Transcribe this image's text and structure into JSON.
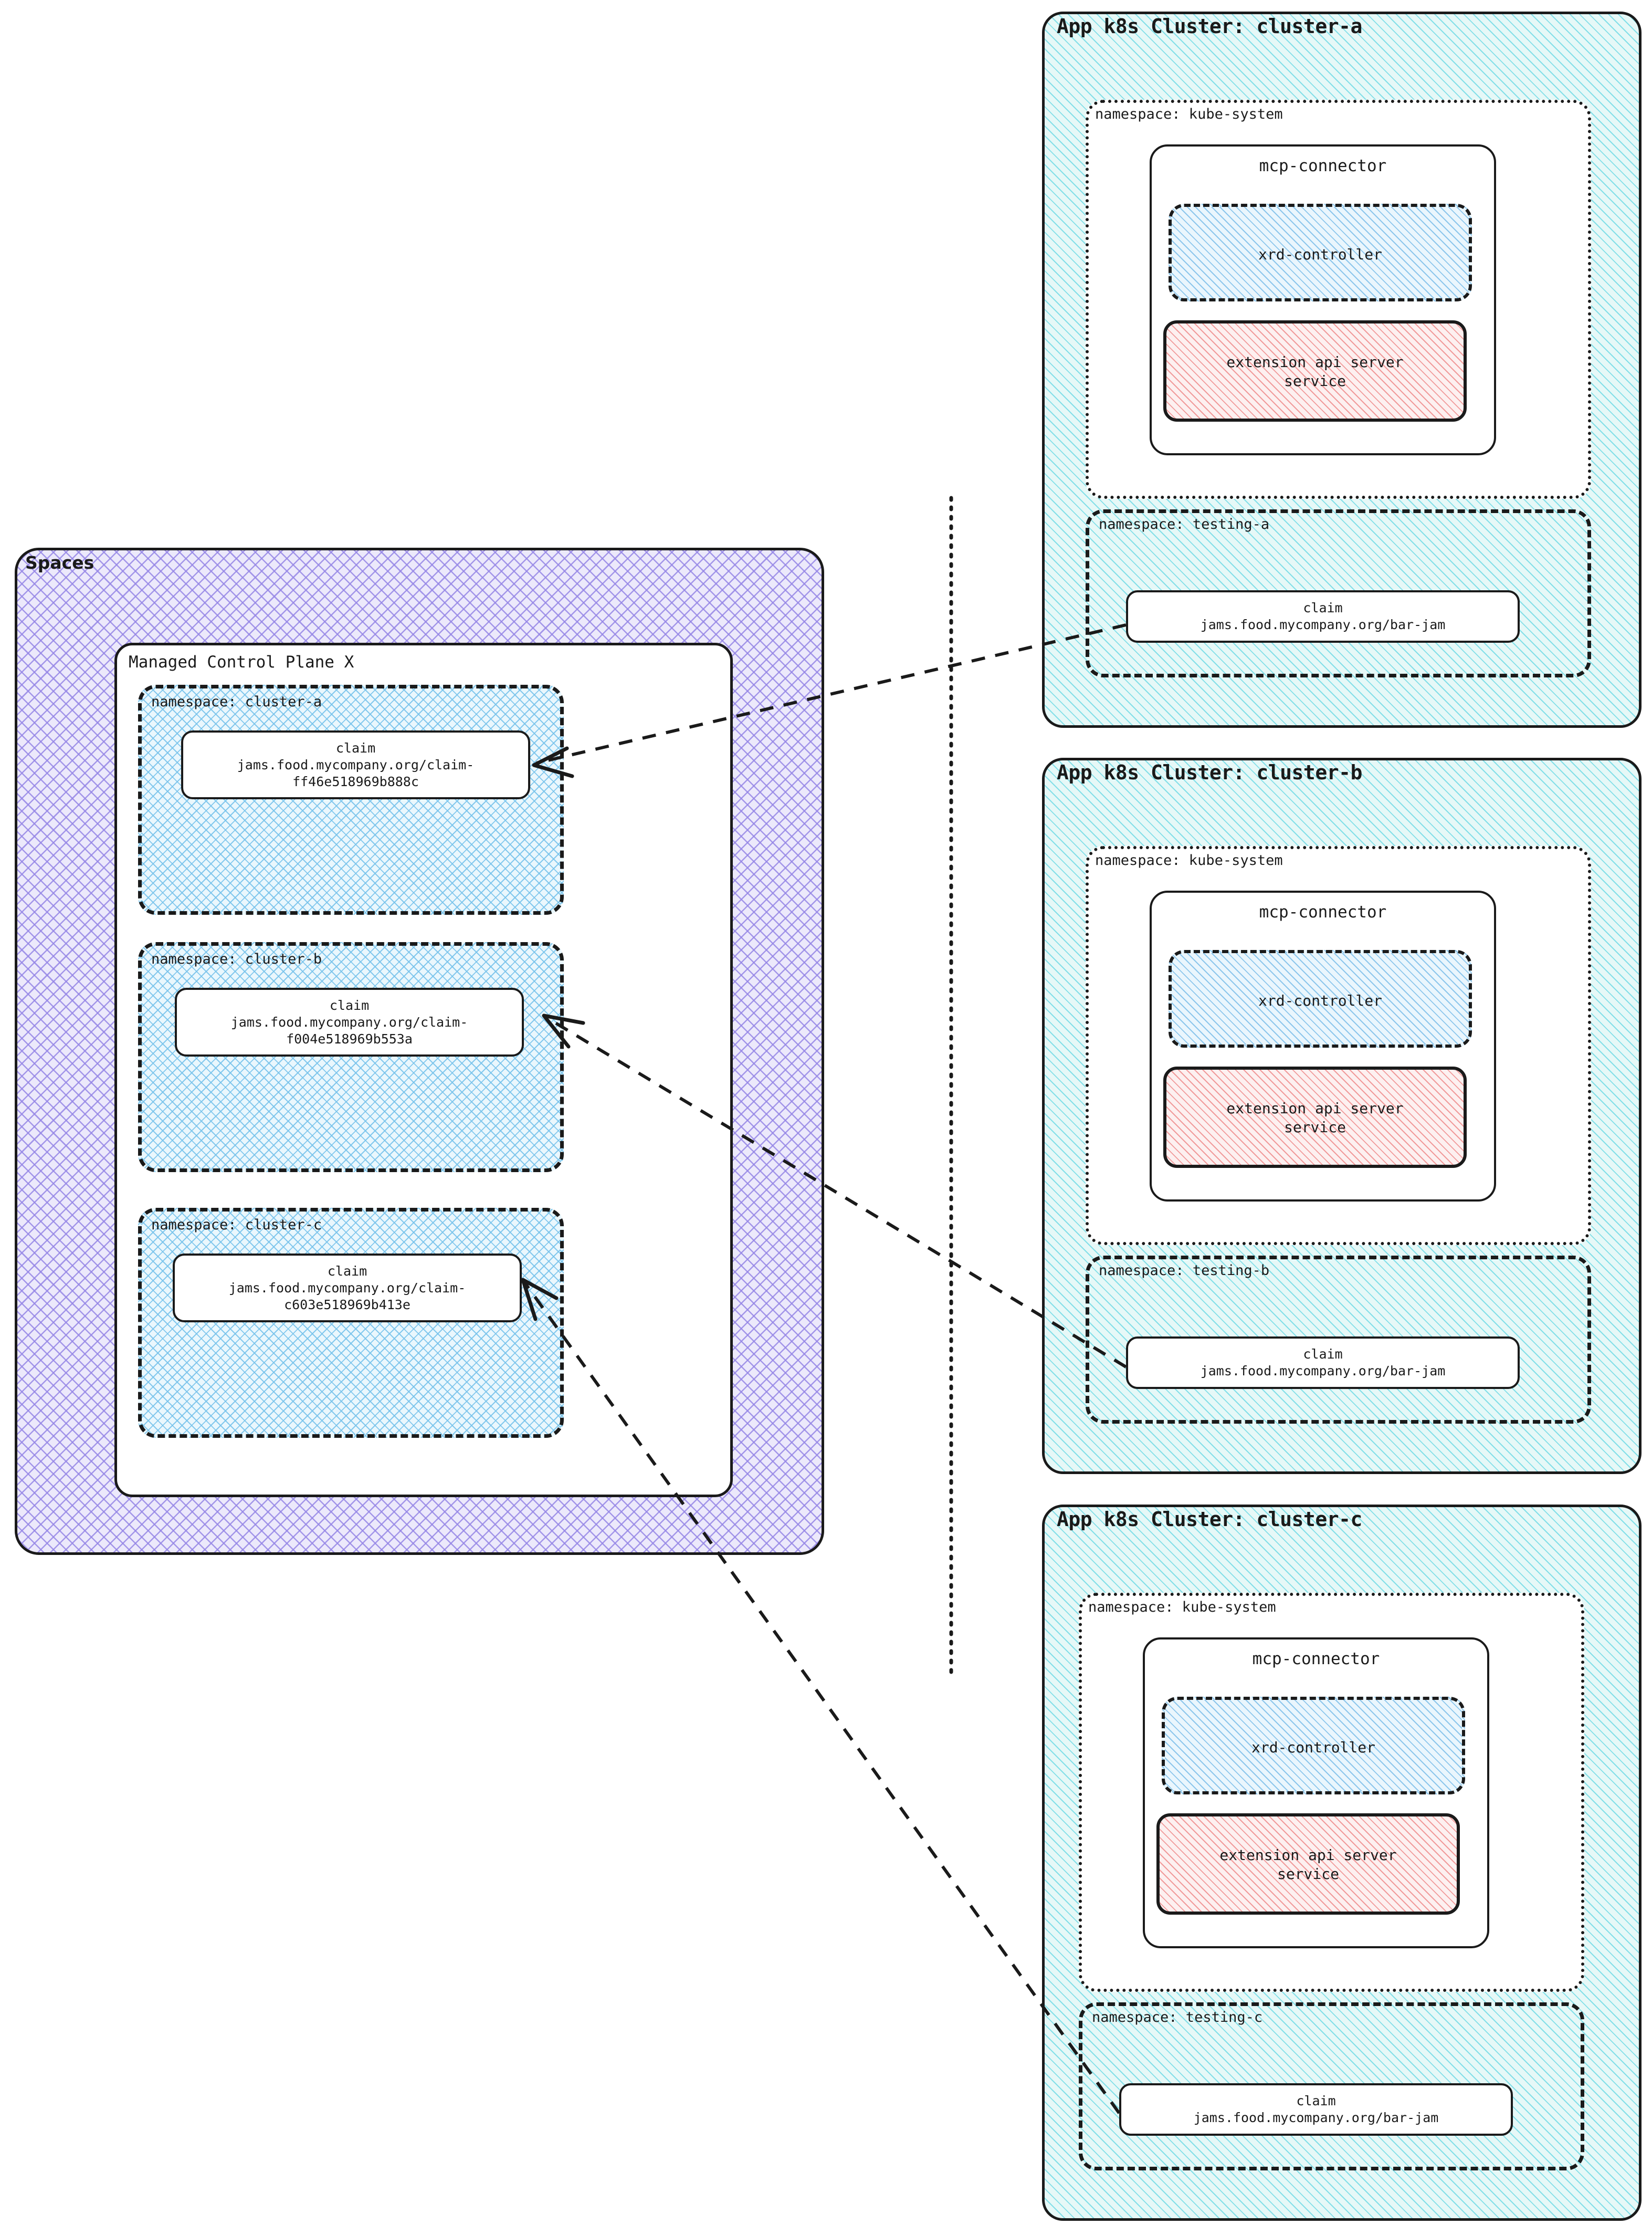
{
  "spaces": {
    "label": "Spaces",
    "control_plane": {
      "label": "Managed Control Plane X",
      "namespaces": [
        {
          "label": "namespace: cluster-a",
          "claim": {
            "kind": "claim",
            "ref": "jams.food.mycompany.org/claim-\nff46e518969b888c"
          }
        },
        {
          "label": "namespace: cluster-b",
          "claim": {
            "kind": "claim",
            "ref": "jams.food.mycompany.org/claim-\nf004e518969b553a"
          }
        },
        {
          "label": "namespace: cluster-c",
          "claim": {
            "kind": "claim",
            "ref": "jams.food.mycompany.org/claim-\nc603e518969b413e"
          }
        }
      ]
    }
  },
  "clusters": [
    {
      "label": "App k8s Cluster: cluster-a",
      "kube_system": {
        "label": "namespace: kube-system",
        "connector": {
          "label": "mcp-connector",
          "xrd_controller": "xrd-controller",
          "ext_api": "extension api server\nservice"
        }
      },
      "testing": {
        "label": "namespace: testing-a",
        "claim": {
          "kind": "claim",
          "ref": "jams.food.mycompany.org/bar-jam"
        }
      }
    },
    {
      "label": "App k8s Cluster: cluster-b",
      "kube_system": {
        "label": "namespace: kube-system",
        "connector": {
          "label": "mcp-connector",
          "xrd_controller": "xrd-controller",
          "ext_api": "extension api server\nservice"
        }
      },
      "testing": {
        "label": "namespace: testing-b",
        "claim": {
          "kind": "claim",
          "ref": "jams.food.mycompany.org/bar-jam"
        }
      }
    },
    {
      "label": "App k8s Cluster: cluster-c",
      "kube_system": {
        "label": "namespace: kube-system",
        "connector": {
          "label": "mcp-connector",
          "xrd_controller": "xrd-controller",
          "ext_api": "extension api server\nservice"
        }
      },
      "testing": {
        "label": "namespace: testing-c",
        "claim": {
          "kind": "claim",
          "ref": "jams.food.mycompany.org/bar-jam"
        }
      }
    }
  ],
  "colors": {
    "spaces_hatch": "#9687e6",
    "namespace_hatch": "#78c3eb",
    "cluster_hatch": "#78dce6",
    "ext_api_hatch": "#f09696",
    "stroke": "#1a1a1a"
  }
}
